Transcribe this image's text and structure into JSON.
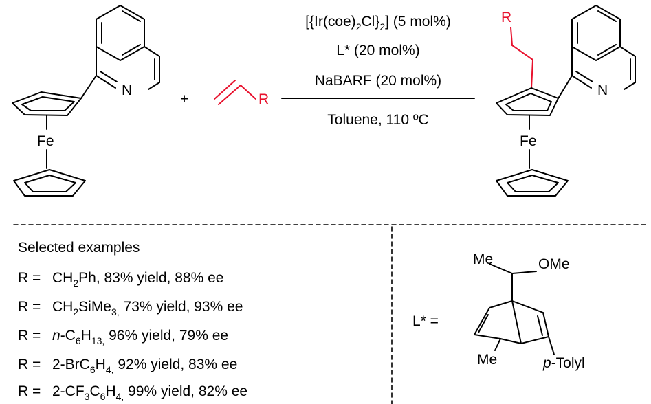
{
  "reaction": {
    "plus": "+",
    "reagent_R": "R",
    "product_R": "R",
    "reactant_atoms": {
      "N": "N",
      "Fe": "Fe"
    },
    "product_atoms": {
      "N": "N",
      "Fe": "Fe"
    },
    "conditions": {
      "line1": {
        "a": "[{Ir(coe)",
        "sub1": "2",
        "b": "Cl}",
        "sub2": "2",
        "c": "] (5 mol%)"
      },
      "line2": "L* (20 mol%)",
      "line3": "NaBARF (20 mol%)",
      "line4": "Toluene, 110 ºC"
    }
  },
  "examples": {
    "heading": "Selected examples",
    "rows": [
      {
        "prefix": "R =",
        "pre": "CH",
        "sub": "2",
        "post": "Ph, 83% yield, 88% ee"
      },
      {
        "prefix": "R =",
        "pre": "CH",
        "sub": "2",
        "post": "SiMe",
        "sub2": "3,",
        "post2": " 73% yield, 93% ee"
      },
      {
        "prefix": "R =",
        "italic": "n",
        "pre": "-C",
        "sub": "6",
        "post": "H",
        "sub2": "13,",
        "post2": " 96% yield, 79% ee"
      },
      {
        "prefix": "R =",
        "pre": "2-BrC",
        "sub": "6",
        "post": "H",
        "sub2": "4,",
        "post2": " 92% yield, 83% ee"
      },
      {
        "prefix": "R =",
        "pre": "2-CF",
        "sub": "3",
        "post": "C",
        "sub2": "6",
        "post2": "H",
        "sub3": "4,",
        "post3": " 99% yield, 82% ee"
      }
    ]
  },
  "ligand": {
    "label": "L* =",
    "me_top": "Me",
    "ome": "OMe",
    "me_bottom": "Me",
    "tolyl_italic": "p",
    "tolyl_rest": "-Tolyl"
  },
  "colors": {
    "red": "#e8112d",
    "black": "#000000"
  }
}
